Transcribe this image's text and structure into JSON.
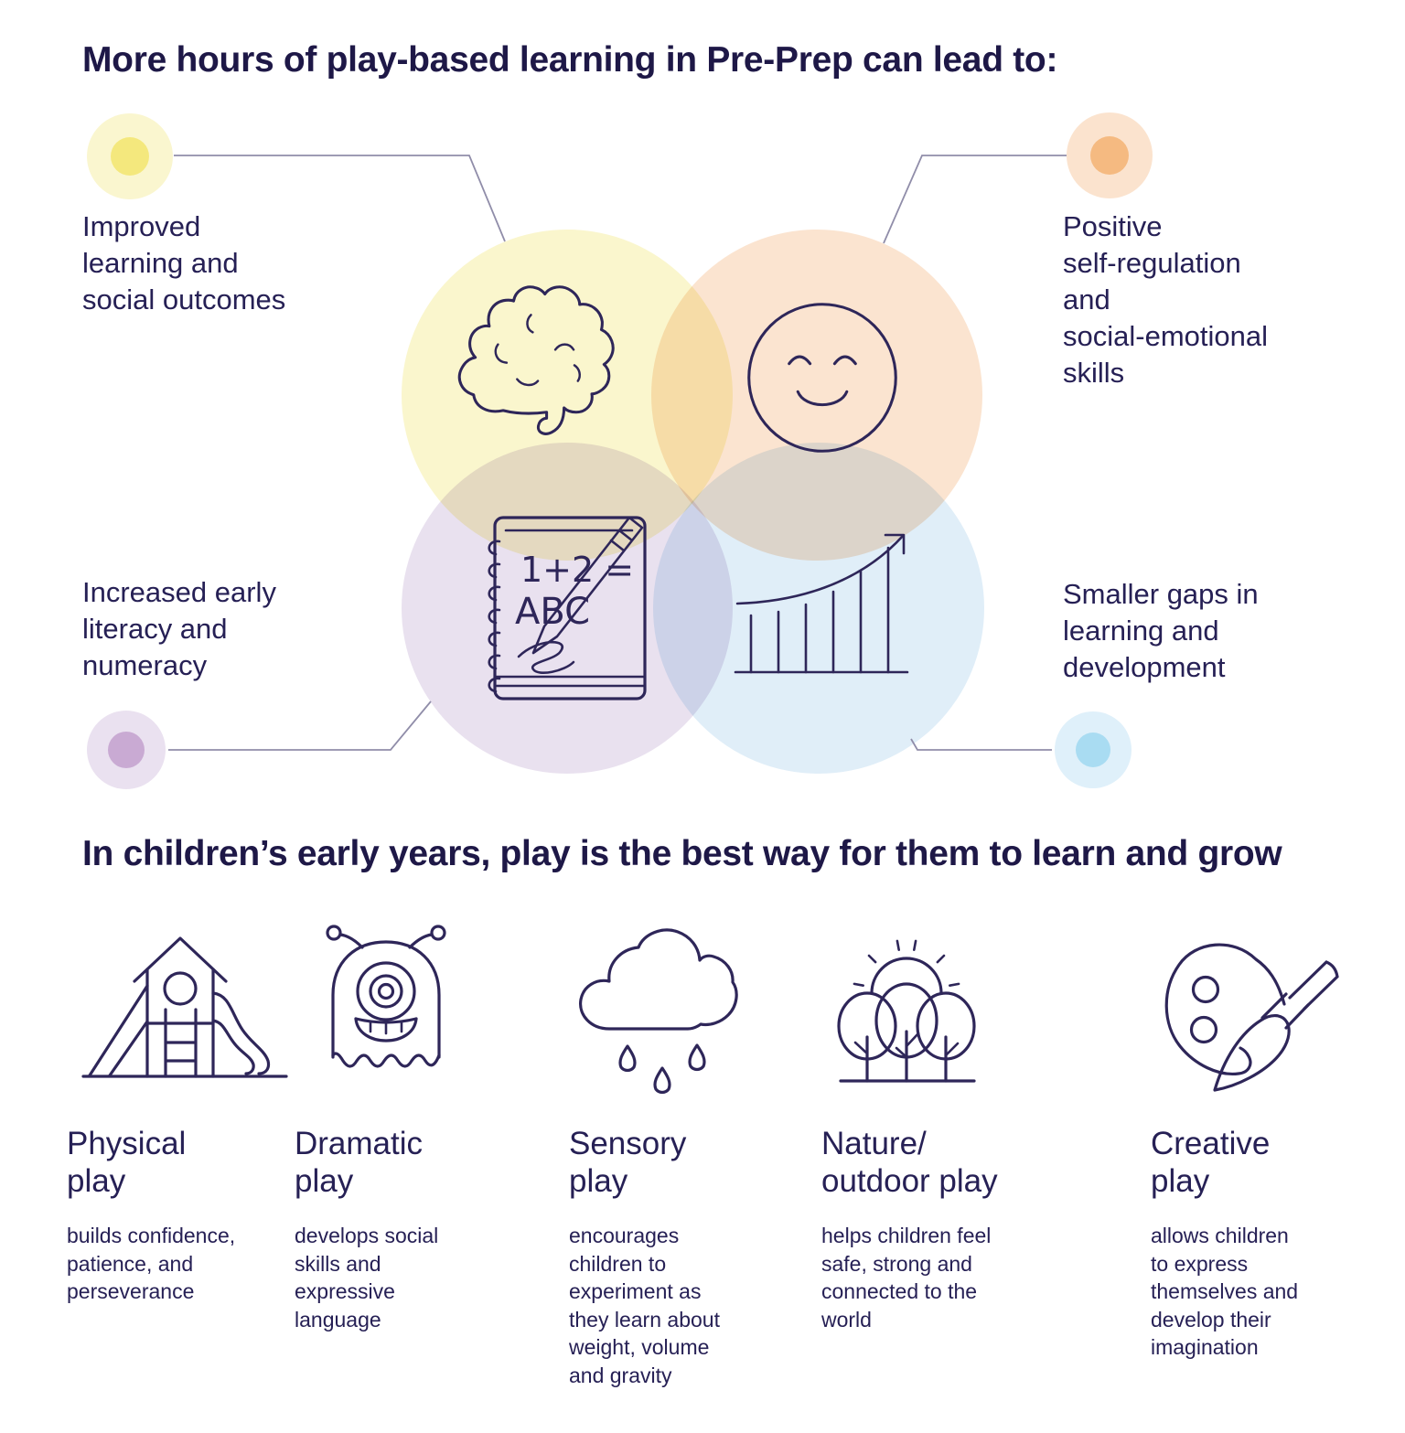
{
  "headings": {
    "top": "More hours of play-based learning in Pre-Prep can lead to:",
    "bottom": "In children’s early years, play is the best way for them to learn and grow"
  },
  "outcomes": [
    {
      "id": "improved-learning",
      "label": "Improved\nlearning and\nsocial outcomes",
      "dot_color": "#f4e87d",
      "halo_color": "#faf6cf",
      "position": "top-left"
    },
    {
      "id": "self-regulation",
      "label": "Positive\nself-regulation\nand\nsocial-emotional\nskills",
      "dot_color": "#f5ba81",
      "halo_color": "#fbe3ce",
      "position": "top-right"
    },
    {
      "id": "literacy-numeracy",
      "label": "Increased early\nliteracy and\nnumeracy",
      "dot_color": "#c9aad3",
      "halo_color": "#eae1f0",
      "position": "bottom-left"
    },
    {
      "id": "smaller-gaps",
      "label": "Smaller gaps in\nlearning and\ndevelopment",
      "dot_color": "#a9dcf2",
      "halo_color": "#dff0fa",
      "position": "bottom-right"
    }
  ],
  "venn": {
    "circle_colors": {
      "yellow": "#faf6cd",
      "orange": "#fbe4d0",
      "purple": "#e9e1ef",
      "blue": "#e0eef8"
    },
    "icons": [
      {
        "name": "brain-icon",
        "circle": "yellow"
      },
      {
        "name": "smiley-face-icon",
        "circle": "orange"
      },
      {
        "name": "notebook-icon",
        "circle": "purple",
        "text_line1": "1+2 =",
        "text_line2": "ABC"
      },
      {
        "name": "growth-chart-icon",
        "circle": "blue"
      }
    ]
  },
  "play_types": [
    {
      "icon": "playground-icon",
      "title": "Physical\nplay",
      "description": "builds confidence,\npatience, and\nperseverance"
    },
    {
      "icon": "monster-icon",
      "title": "Dramatic\nplay",
      "description": "develops social\nskills and\nexpressive\nlanguage"
    },
    {
      "icon": "rain-cloud-icon",
      "title": "Sensory\nplay",
      "description": "encourages\nchildren to\nexperiment as\nthey learn about\nweight, volume\nand gravity"
    },
    {
      "icon": "trees-sun-icon",
      "title": "Nature/\noutdoor play",
      "description": "helps children feel\nsafe, strong and\nconnected to the\nworld"
    },
    {
      "icon": "paint-palette-icon",
      "title": "Creative\nplay",
      "description": "allows children\nto express\nthemselves and\ndevelop their\nimagination"
    }
  ],
  "colors": {
    "heading_text": "#1e1847",
    "body_text": "#262055",
    "icon_stroke": "#2e2659",
    "connector_line": "#908da9"
  }
}
